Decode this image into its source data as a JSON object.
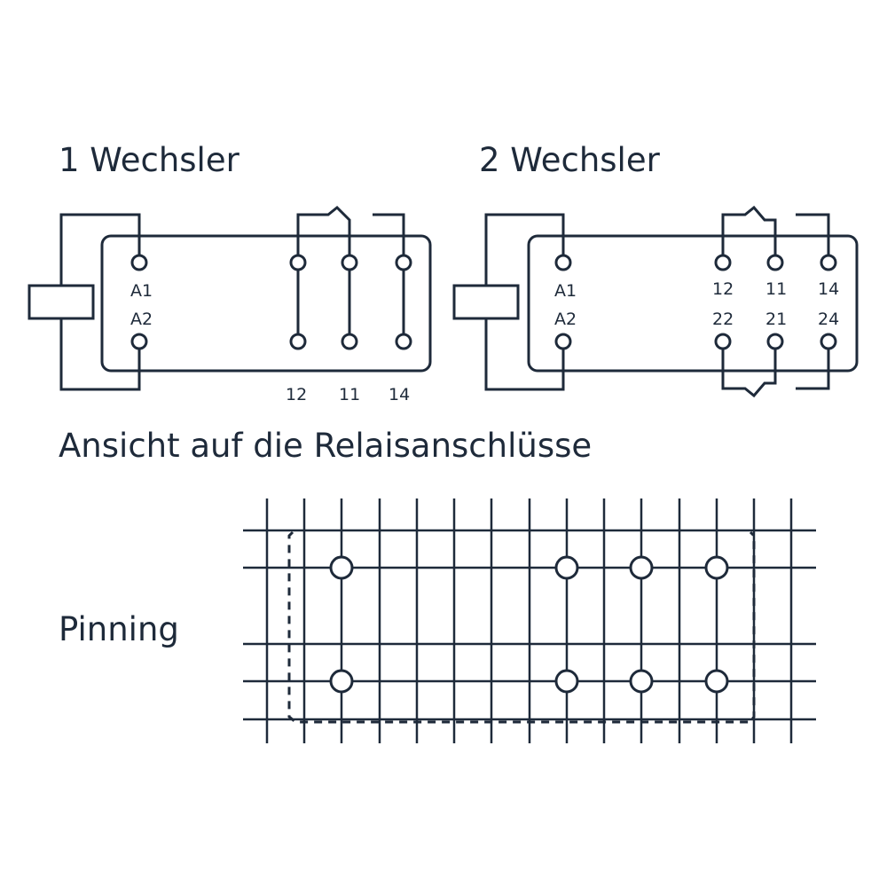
{
  "titles": {
    "one_changeover": "1 Wechsler",
    "two_changeover": "2 Wechsler",
    "view": "Ansicht auf die Relaisanschlüsse",
    "pinning": "Pinning"
  },
  "relay1": {
    "coil_top": "A1",
    "coil_bottom": "A2",
    "contacts": [
      "12",
      "11",
      "14"
    ]
  },
  "relay2": {
    "coil_top": "A1",
    "coil_bottom": "A2",
    "contacts_top": [
      "12",
      "11",
      "14"
    ],
    "contacts_bottom": [
      "22",
      "21",
      "24"
    ]
  },
  "colors": {
    "ink": "#1e2a3a",
    "background": "#ffffff"
  }
}
